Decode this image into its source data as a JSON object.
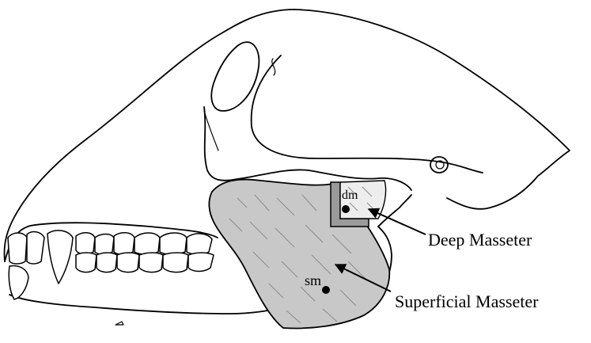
{
  "labels": {
    "deep_masseter_marker": "dm",
    "superficial_masseter_marker": "sm",
    "deep_masseter_label": "Deep Masseter",
    "superficial_masseter_label": "Superficial Masseter"
  },
  "colors": {
    "muscle_fill": "#c8c8c8",
    "outline": "#000000",
    "background": "#ffffff"
  }
}
